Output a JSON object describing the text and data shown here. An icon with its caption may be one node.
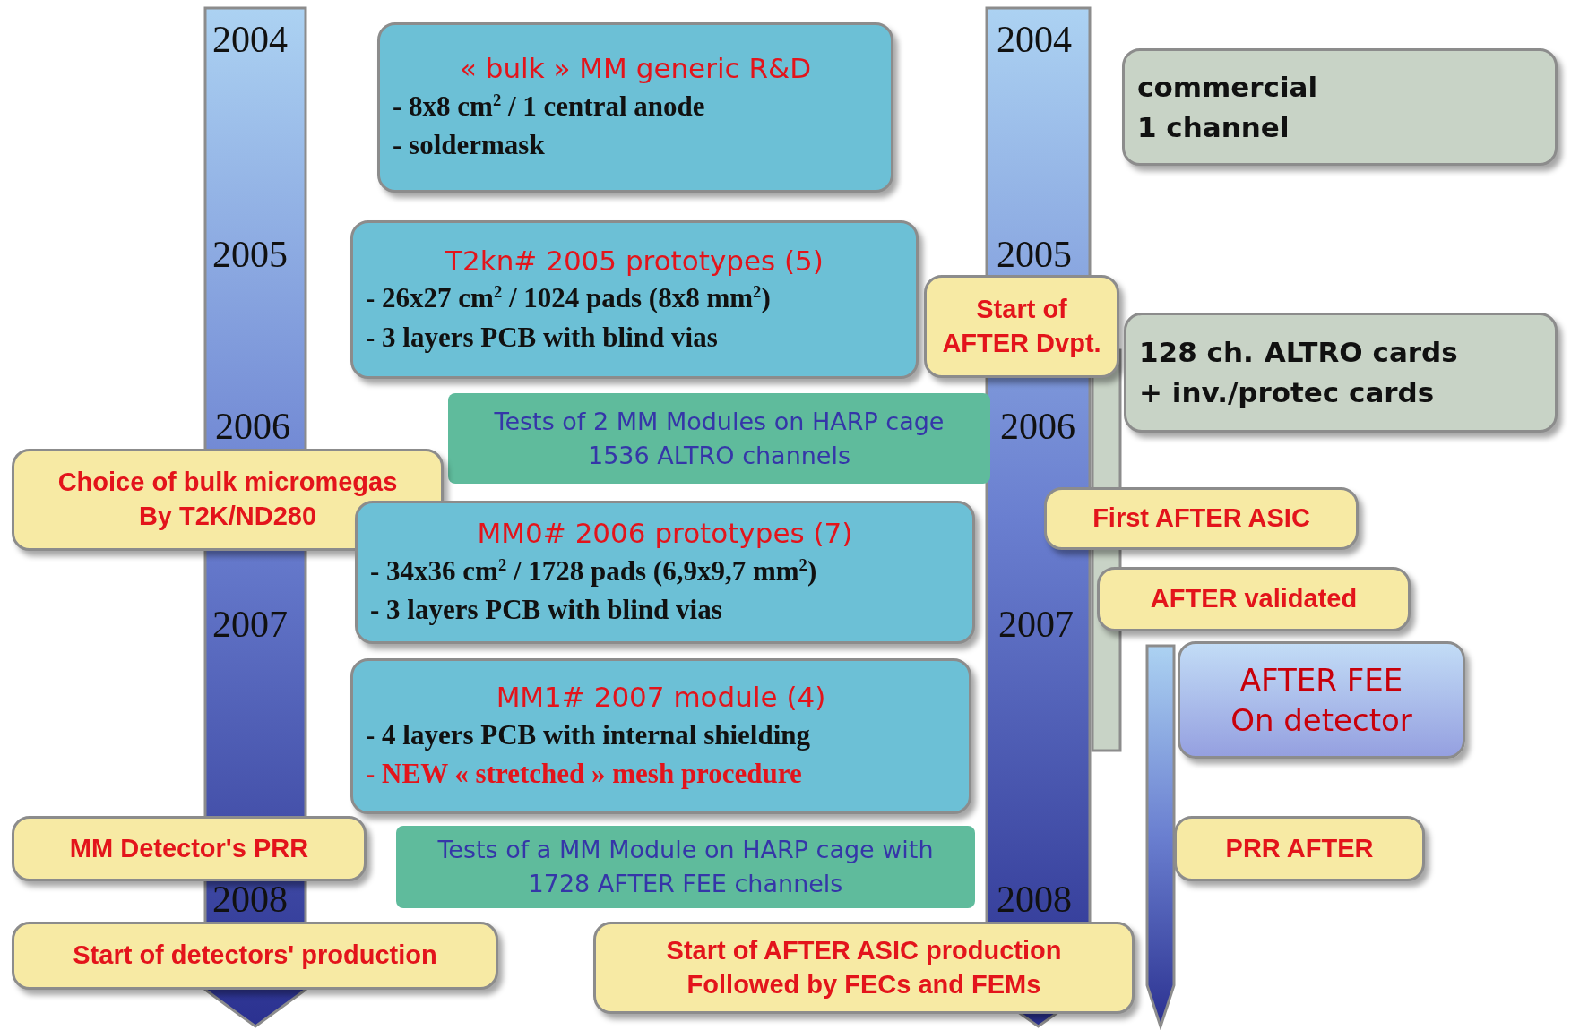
{
  "diagram": {
    "nodes": [
      {
        "text": [
          "« bulk » MM generic R&D",
          "- 8x8 cm$^{2}$ / 1 central anode",
          "- soldermask"
        ]
      },
      {
        "text": [
          "commercial",
          "1 channel"
        ]
      },
      {
        "text": [
          "T2kn# 2005 prototypes (5)",
          "- 26x27 cm$^{2}$ / 1024 pads (8x8 mm$^{2}$)",
          "- 3 layers PCB with blind vias"
        ]
      },
      {
        "text": [
          "Start of AFTER Dvpt."
        ]
      },
      {
        "text": [
          "128 ch.",
          "ALTRO cards",
          "+ inv./protec cards"
        ]
      },
      {
        "text": [
          "Tests of 2 MM Modules on HARP cage 1536 ALTRO channels"
        ]
      },
      {
        "text": [
          "Choice of bulk micromegas By T2K/ND280"
        ]
      },
      {
        "text": [
          "First AFTER ASIC"
        ]
      },
      {
        "text": [
          "MM0# 2006 prototypes (7)",
          "- 34x36 cm$^{2}$ / 1728 pads (6,9x9,7 mm$^{2}$)",
          "- 3 layers PCB with blind vias"
        ]
      },
      {
        "text": [
          "AFTER validated"
        ]
      },
      {
        "text": [
          "AFTER FEE On detector"
        ]
      },
      {
        "text": [
          "MM1# 2007 module (4)",
          "- 4 layers PCB with internal shielding",
          "- NEW « stretched » mesh procedure"
        ]
      },
      {
        "text": [
          "MM Detector's PRR"
        ]
      },
      {
        "text": [
          "Tests of a MM Module on HARP cage with 1728 AFTER FEE channels"
        ]
      },
      {
        "text": [
          "PRR AFTER"
        ]
      },
      {
        "text": [
          "Start of detectors' production"
        ]
      },
      {
        "text": [
          "Start of AFTER ASIC production Followed by FECs and FEMs"
        ]
      }
    ],
    "labels": [
      "2004",
      "2005",
      "2006",
      "2007",
      "2008",
      "2004",
      "2005",
      "2006",
      "2007",
      "2008"
    ]
  }
}
